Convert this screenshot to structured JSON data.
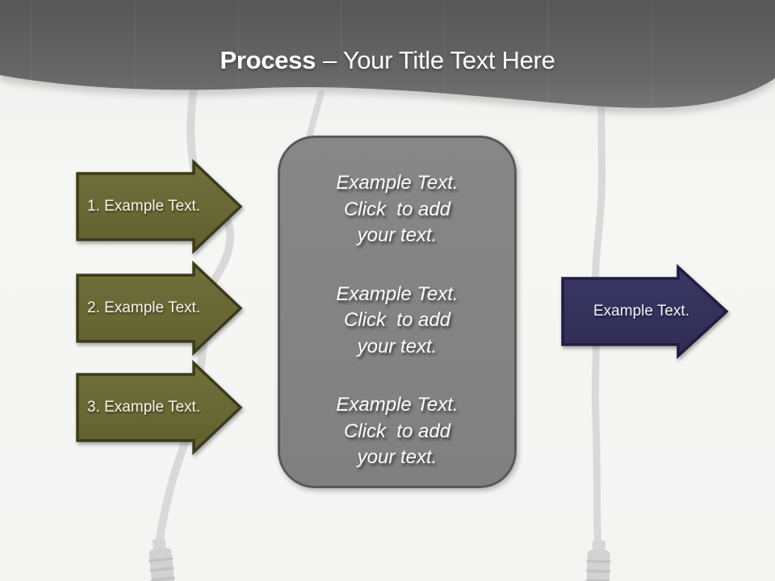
{
  "title": {
    "emphasis": "Process",
    "rest": "– Your Title Text Here"
  },
  "process_steps": [
    {
      "label": "1. Example Text."
    },
    {
      "label": "2. Example Text."
    },
    {
      "label": "3. Example Text."
    }
  ],
  "panel": {
    "placeholders": [
      "Example Text.\nClick  to add\nyour text.",
      "Example Text.\nClick  to add\nyour text.",
      "Example Text.\nClick  to add\nyour text."
    ]
  },
  "output_arrow": {
    "label": "Example Text."
  },
  "colors": {
    "header_top": "#5a5a5a",
    "header_bottom": "#737373",
    "step_arrow_fill": "#696936",
    "step_arrow_border": "#3b3b1e",
    "output_arrow_fill": "#34325d",
    "output_arrow_border": "#211f41",
    "panel_fill": "#828282",
    "panel_border": "#595959",
    "cable": "#d9d9d9",
    "background": "#f5f5f4",
    "text": "#ffffff"
  }
}
